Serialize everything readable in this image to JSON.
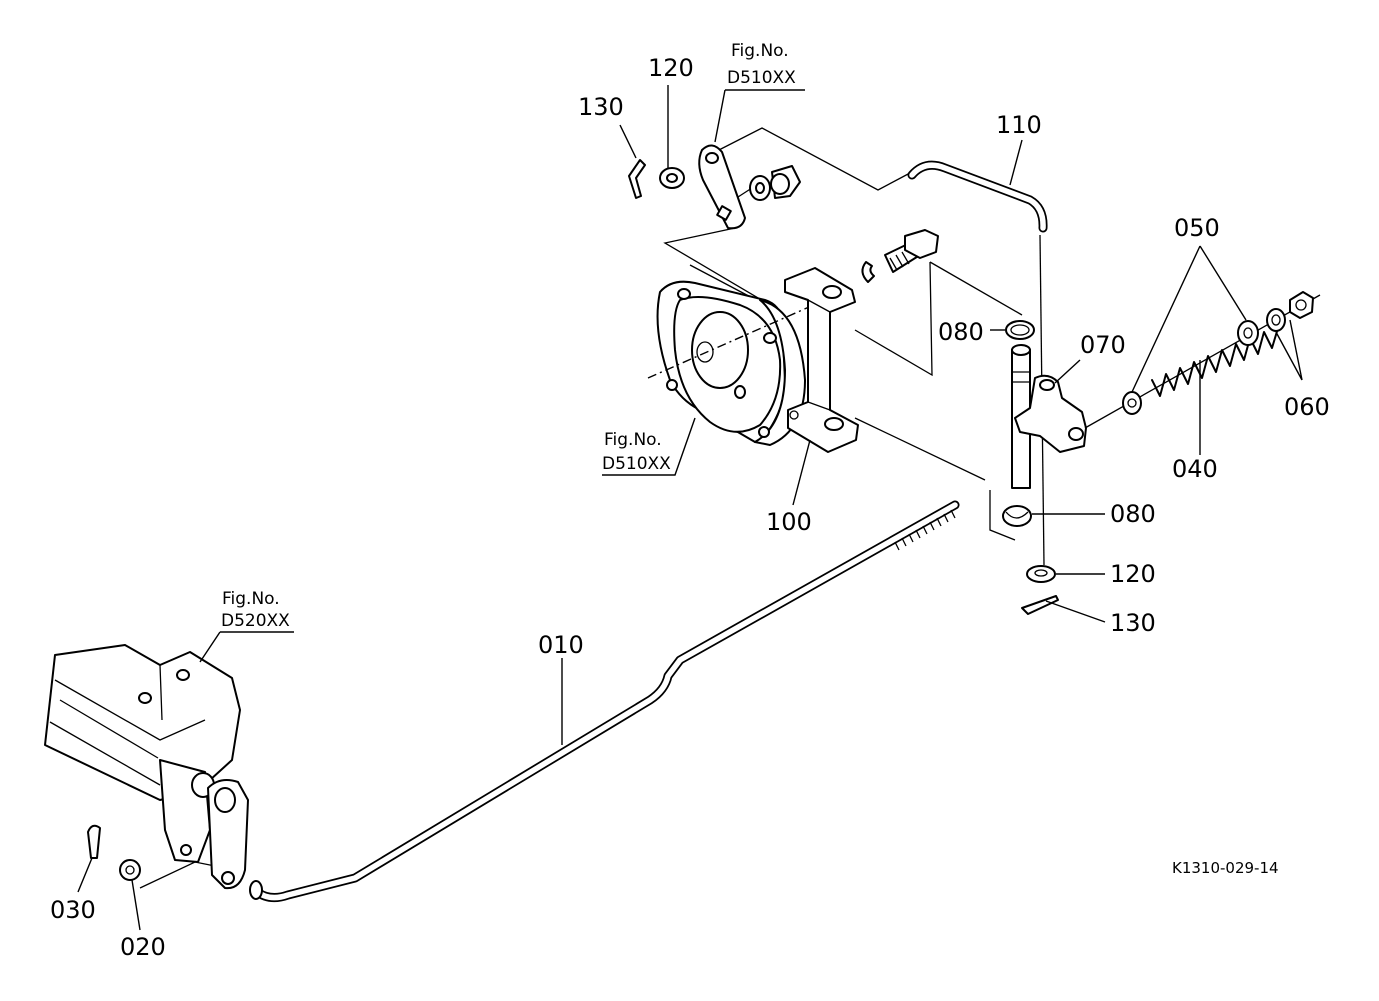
{
  "labels": {
    "p010": "010",
    "p020": "020",
    "p030": "030",
    "p040": "040",
    "p050": "050",
    "p060": "060",
    "p070": "070",
    "p080_top": "080",
    "p080_bottom": "080",
    "p100": "100",
    "p110": "110",
    "p120_top": "120",
    "p120_bottom": "120",
    "p130_top": "130",
    "p130_bottom": "130"
  },
  "figure_refs": {
    "top": {
      "title": "Fig.No.",
      "code": "D510XX"
    },
    "left": {
      "title": "Fig.No.",
      "code": "D510XX"
    },
    "bottom": {
      "title": "Fig.No.",
      "code": "D520XX"
    }
  },
  "drawing_code": "K1310-029-14"
}
